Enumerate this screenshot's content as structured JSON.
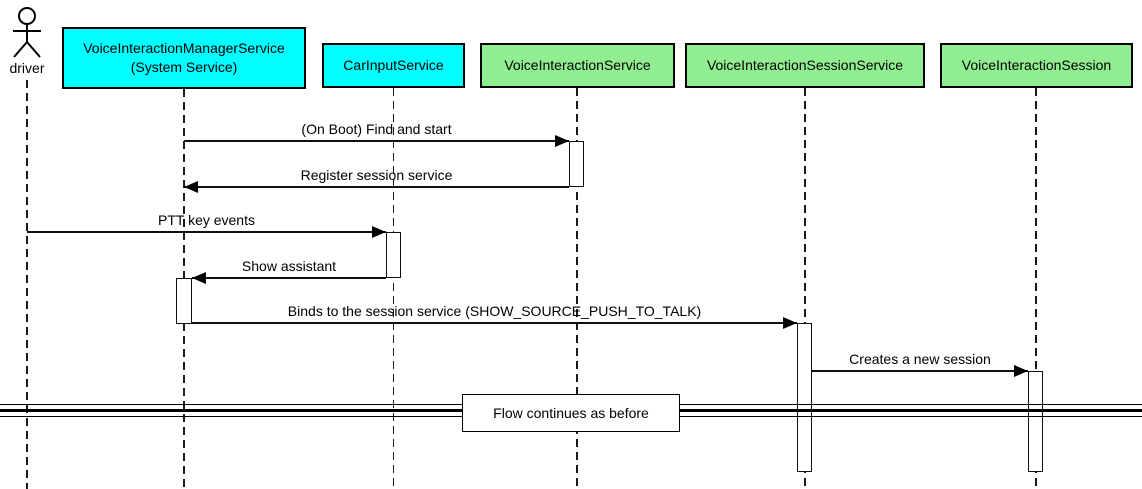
{
  "actor": {
    "label": "driver"
  },
  "participants": [
    {
      "name": "VoiceInteractionManagerService",
      "line2": "(System Service)",
      "fill": "cyan"
    },
    {
      "name": "CarInputService",
      "fill": "cyan"
    },
    {
      "name": "VoiceInteractionService",
      "fill": "green"
    },
    {
      "name": "VoiceInteractionSessionService",
      "fill": "green"
    },
    {
      "name": "VoiceInteractionSession",
      "fill": "green"
    }
  ],
  "messages": [
    {
      "label": "(On Boot) Find and start",
      "from": "VoiceInteractionManagerService",
      "to": "VoiceInteractionService",
      "direction": "right"
    },
    {
      "label": "Register session service",
      "from": "VoiceInteractionService",
      "to": "VoiceInteractionManagerService",
      "direction": "left"
    },
    {
      "label": "PTT key events",
      "from": "driver",
      "to": "CarInputService",
      "direction": "right"
    },
    {
      "label": "Show assistant",
      "from": "CarInputService",
      "to": "VoiceInteractionManagerService",
      "direction": "left"
    },
    {
      "label": "Binds to the session service (SHOW_SOURCE_PUSH_TO_TALK)",
      "from": "VoiceInteractionManagerService",
      "to": "VoiceInteractionSessionService",
      "direction": "right"
    },
    {
      "label": "Creates a new session",
      "from": "VoiceInteractionSessionService",
      "to": "VoiceInteractionSession",
      "direction": "right"
    }
  ],
  "divider": {
    "label": "Flow continues as before"
  },
  "colors": {
    "cyan": "#00FFFF",
    "green": "#90EE90",
    "line": "#000000",
    "background": "#FFFFFF"
  }
}
